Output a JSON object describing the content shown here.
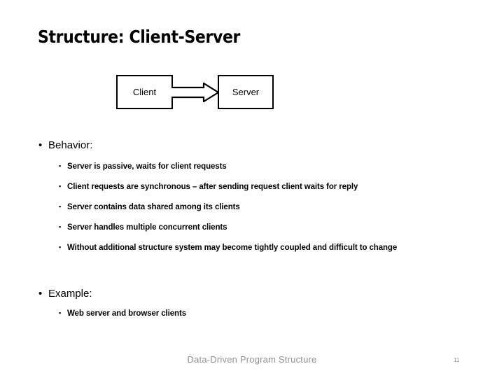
{
  "slide": {
    "title": "Structure: Client-Server",
    "background_color": "#ffffff",
    "text_color": "#000000"
  },
  "diagram": {
    "name": "client-server-diagram",
    "nodes": [
      {
        "id": "client",
        "label": "Client"
      },
      {
        "id": "server",
        "label": "Server"
      }
    ],
    "connector": {
      "type": "block-arrow",
      "from": "client",
      "to": "server",
      "direction": "right",
      "style": "hollow-outline",
      "color": "#000000"
    }
  },
  "content": {
    "sections": [
      {
        "heading": "Behavior:",
        "marker": "•",
        "items": [
          {
            "marker": "▪",
            "text": "Server is passive, waits for client requests"
          },
          {
            "marker": "▪",
            "text": "Client requests are synchronous – after sending request client waits for reply"
          },
          {
            "marker": "▪",
            "text": "Server contains data shared among its clients"
          },
          {
            "marker": "▪",
            "text": "Server handles multiple concurrent clients"
          },
          {
            "marker": "▪",
            "text": "Without additional structure system may become tightly coupled and difficult to change"
          }
        ]
      },
      {
        "heading": "Example:",
        "marker": "•",
        "items": [
          {
            "marker": "▪",
            "text": "Web server and browser clients"
          }
        ]
      }
    ]
  },
  "footer": {
    "title": "Data-Driven Program Structure",
    "page_number": "11",
    "color": "#919191"
  }
}
